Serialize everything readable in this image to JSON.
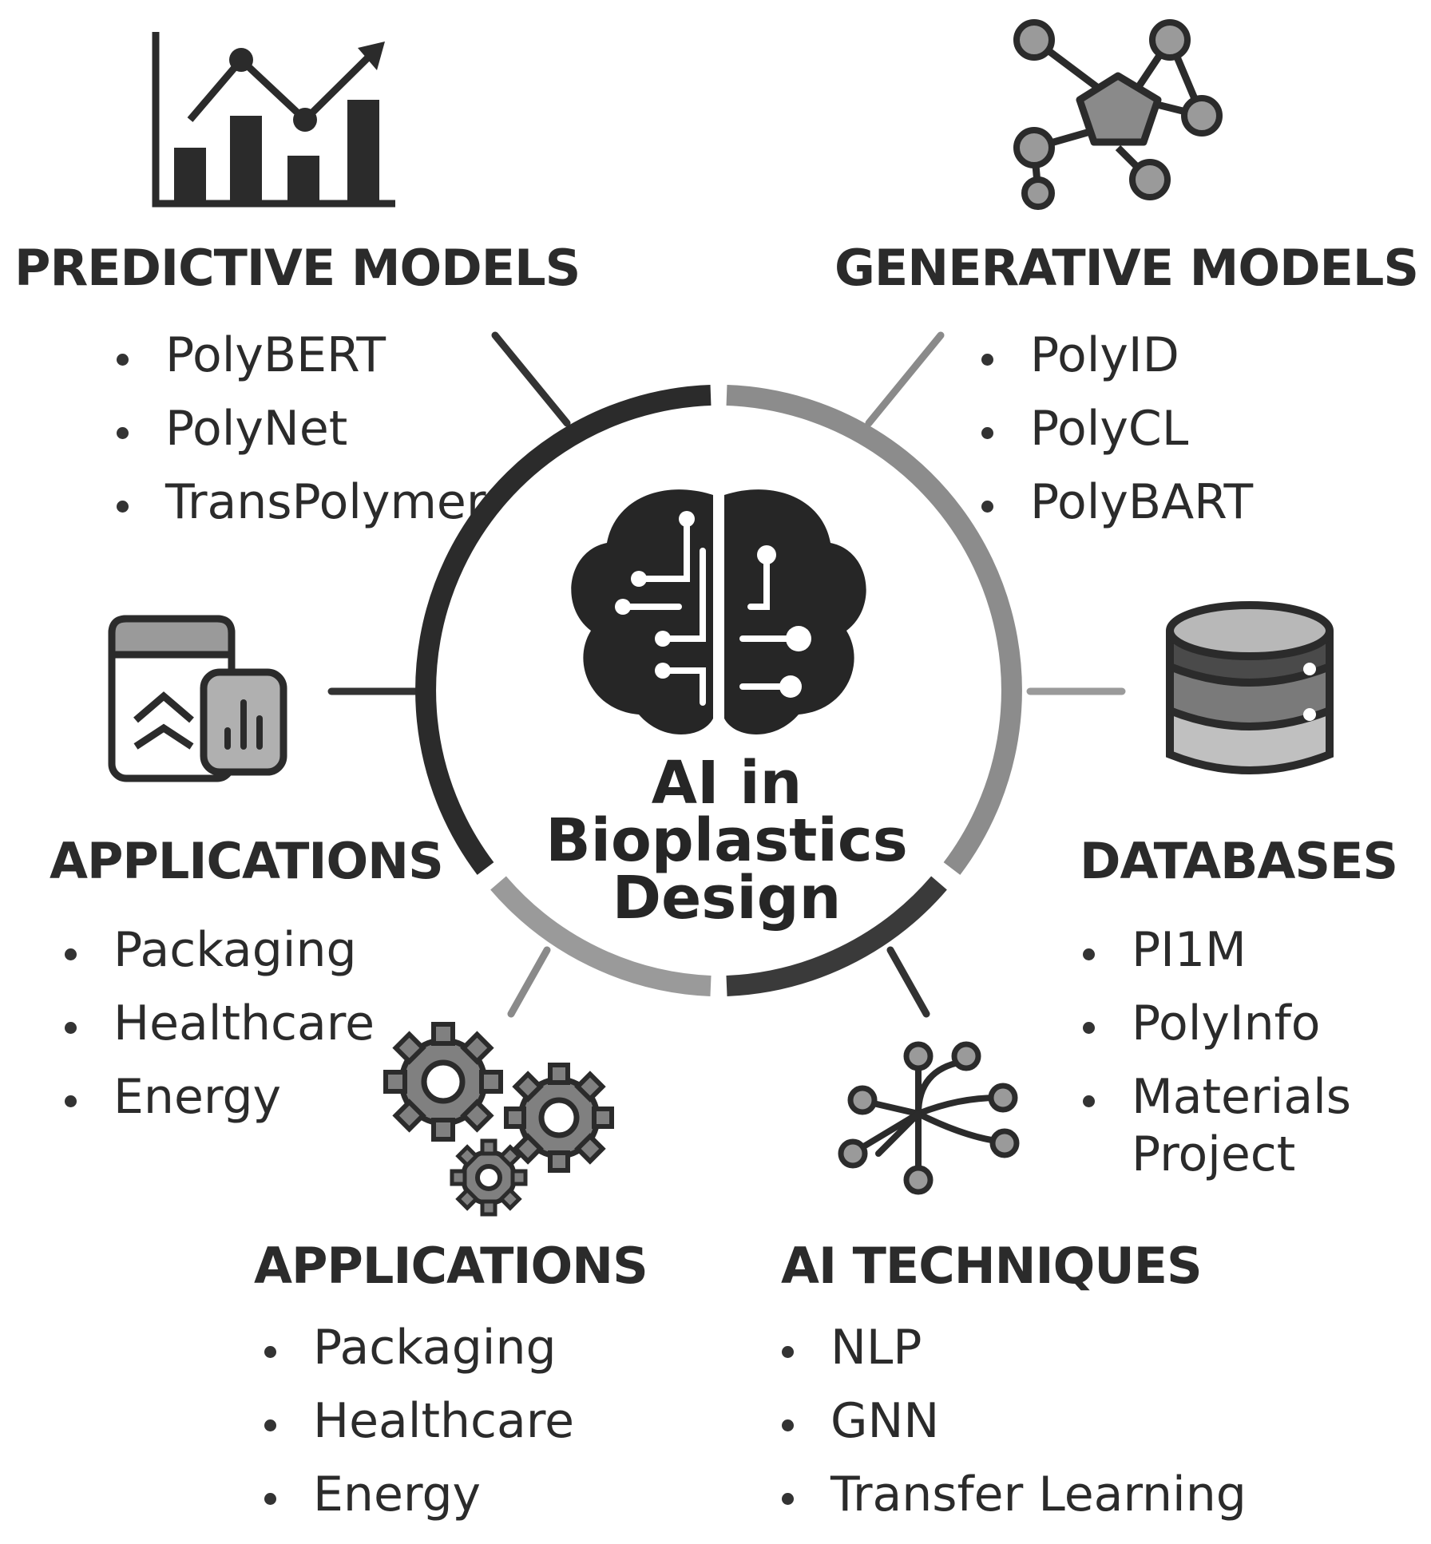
{
  "center": {
    "line1": "AI in",
    "line2": "Bioplastics",
    "line3": "Design",
    "icon": "brain-circuit-icon"
  },
  "sections": {
    "predictive": {
      "title": "PREDICTIVE MODELS",
      "icon": "bar-line-chart-icon",
      "items": [
        "PolyBERT",
        "PolyNet",
        "TransPolymer"
      ]
    },
    "generative": {
      "title": "GENERATIVE MODELS",
      "icon": "molecule-network-icon",
      "items": [
        "PolyID",
        "PolyCL",
        "PolyBART"
      ]
    },
    "applications_left": {
      "title": "APPLICATIONS",
      "icon": "app-dashboard-icon",
      "items": [
        "Packaging",
        "Healthcare",
        "Energy"
      ]
    },
    "databases": {
      "title": "DATABASES",
      "icon": "database-icon",
      "items": [
        "PI1M",
        "PolyInfo",
        "Materials",
        "Project"
      ]
    },
    "applications_bottom": {
      "title": "APPLICATIONS",
      "icon": "gears-icon",
      "items": [
        "Packaging",
        "Healthcare",
        "Energy"
      ]
    },
    "ai_techniques": {
      "title": "AI TECHNIQUES",
      "icon": "neural-node-icon",
      "items": [
        "NLP",
        "GNN",
        "Transfer Learning"
      ]
    }
  },
  "colors": {
    "dark": "#2b2b2b",
    "mid": "#8a8a8a",
    "light": "#b8b8b8",
    "background": "#ffffff"
  }
}
